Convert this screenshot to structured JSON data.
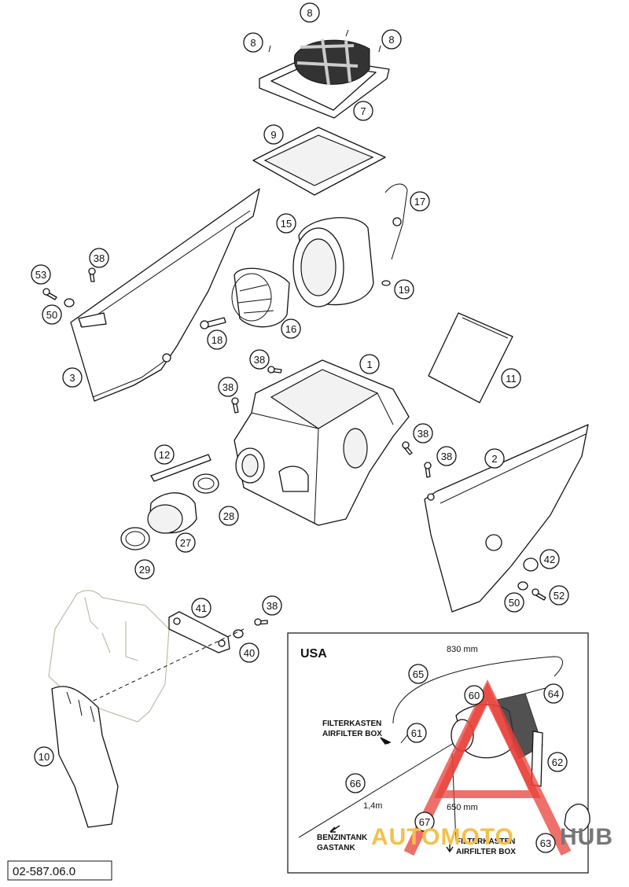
{
  "diagram": {
    "callouts": [
      "8",
      "8",
      "8",
      "7",
      "9",
      "17",
      "15",
      "19",
      "16",
      "18",
      "53",
      "38",
      "50",
      "3",
      "1",
      "11",
      "38",
      "38",
      "38",
      "38",
      "2",
      "12",
      "28",
      "27",
      "29",
      "42",
      "52",
      "50",
      "41",
      "38",
      "40",
      "10",
      "65",
      "60",
      "64",
      "61",
      "62",
      "66",
      "67",
      "63"
    ],
    "usa_box": {
      "title": "USA",
      "dimensions": [
        "830 mm",
        "1,4m",
        "650 mm"
      ],
      "labels": {
        "filterkasten_top": [
          "FILTERKASTEN",
          "AIRFILTER BOX"
        ],
        "benzintank": [
          "BENZINTANK",
          "GASTANK"
        ],
        "filterkasten_bottom": [
          "FILTERKASTEN",
          "AIRFILTER BOX"
        ]
      }
    },
    "part_code": "02-587.06.0",
    "watermark": {
      "text_a": "AUTOMOTO",
      "text_b": "HUB",
      "color_a": "#f4c04a",
      "color_b": "#777777",
      "mark_color": "#e8403a"
    }
  }
}
